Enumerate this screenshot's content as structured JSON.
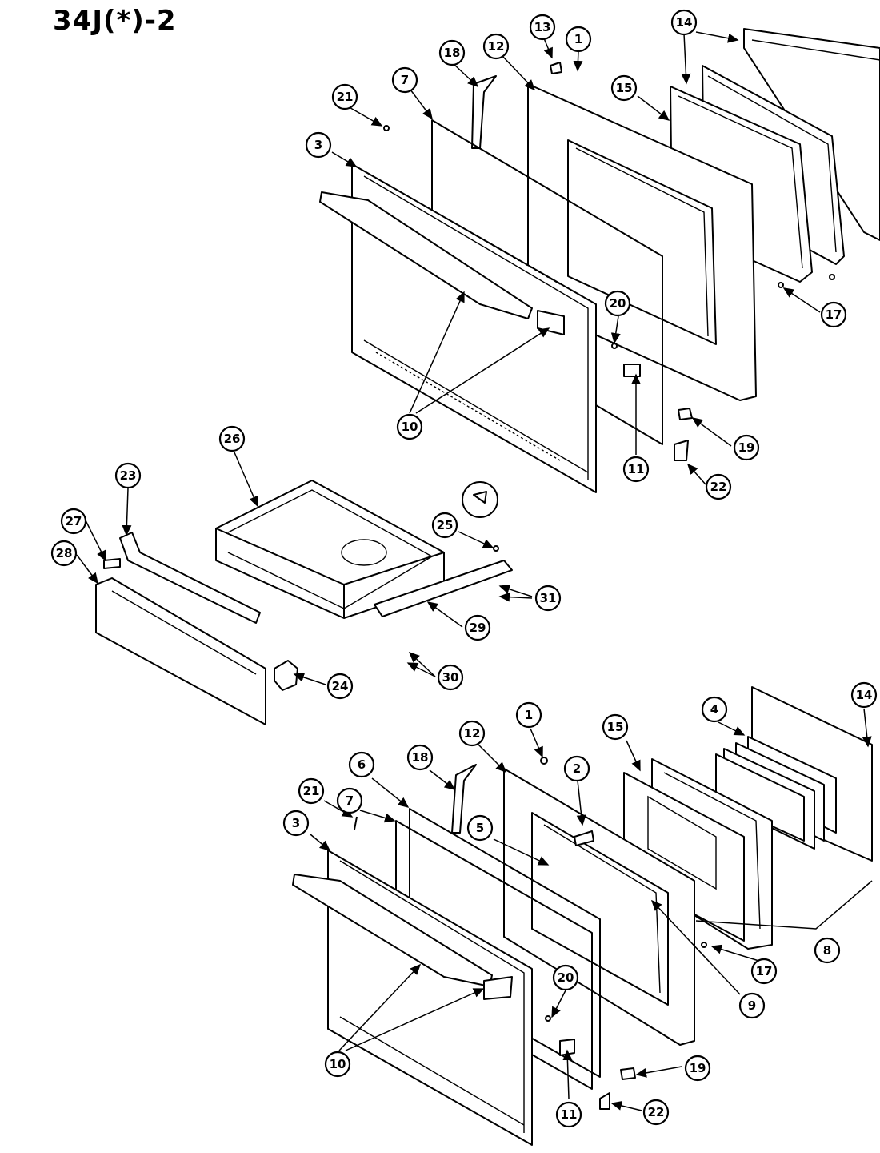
{
  "title": "34J(*)-2",
  "callouts": {
    "top_door": [
      "13",
      "1",
      "18",
      "12",
      "14",
      "21",
      "7",
      "15",
      "3",
      "17",
      "20",
      "10",
      "19",
      "11",
      "22"
    ],
    "drawer": [
      "26",
      "23",
      "27",
      "25",
      "28",
      "31",
      "29",
      "24",
      "30"
    ],
    "bottom_door": [
      "1",
      "12",
      "14",
      "18",
      "15",
      "4",
      "6",
      "2",
      "21",
      "7",
      "3",
      "5",
      "8",
      "17",
      "9",
      "20",
      "10",
      "19",
      "11",
      "22"
    ]
  }
}
